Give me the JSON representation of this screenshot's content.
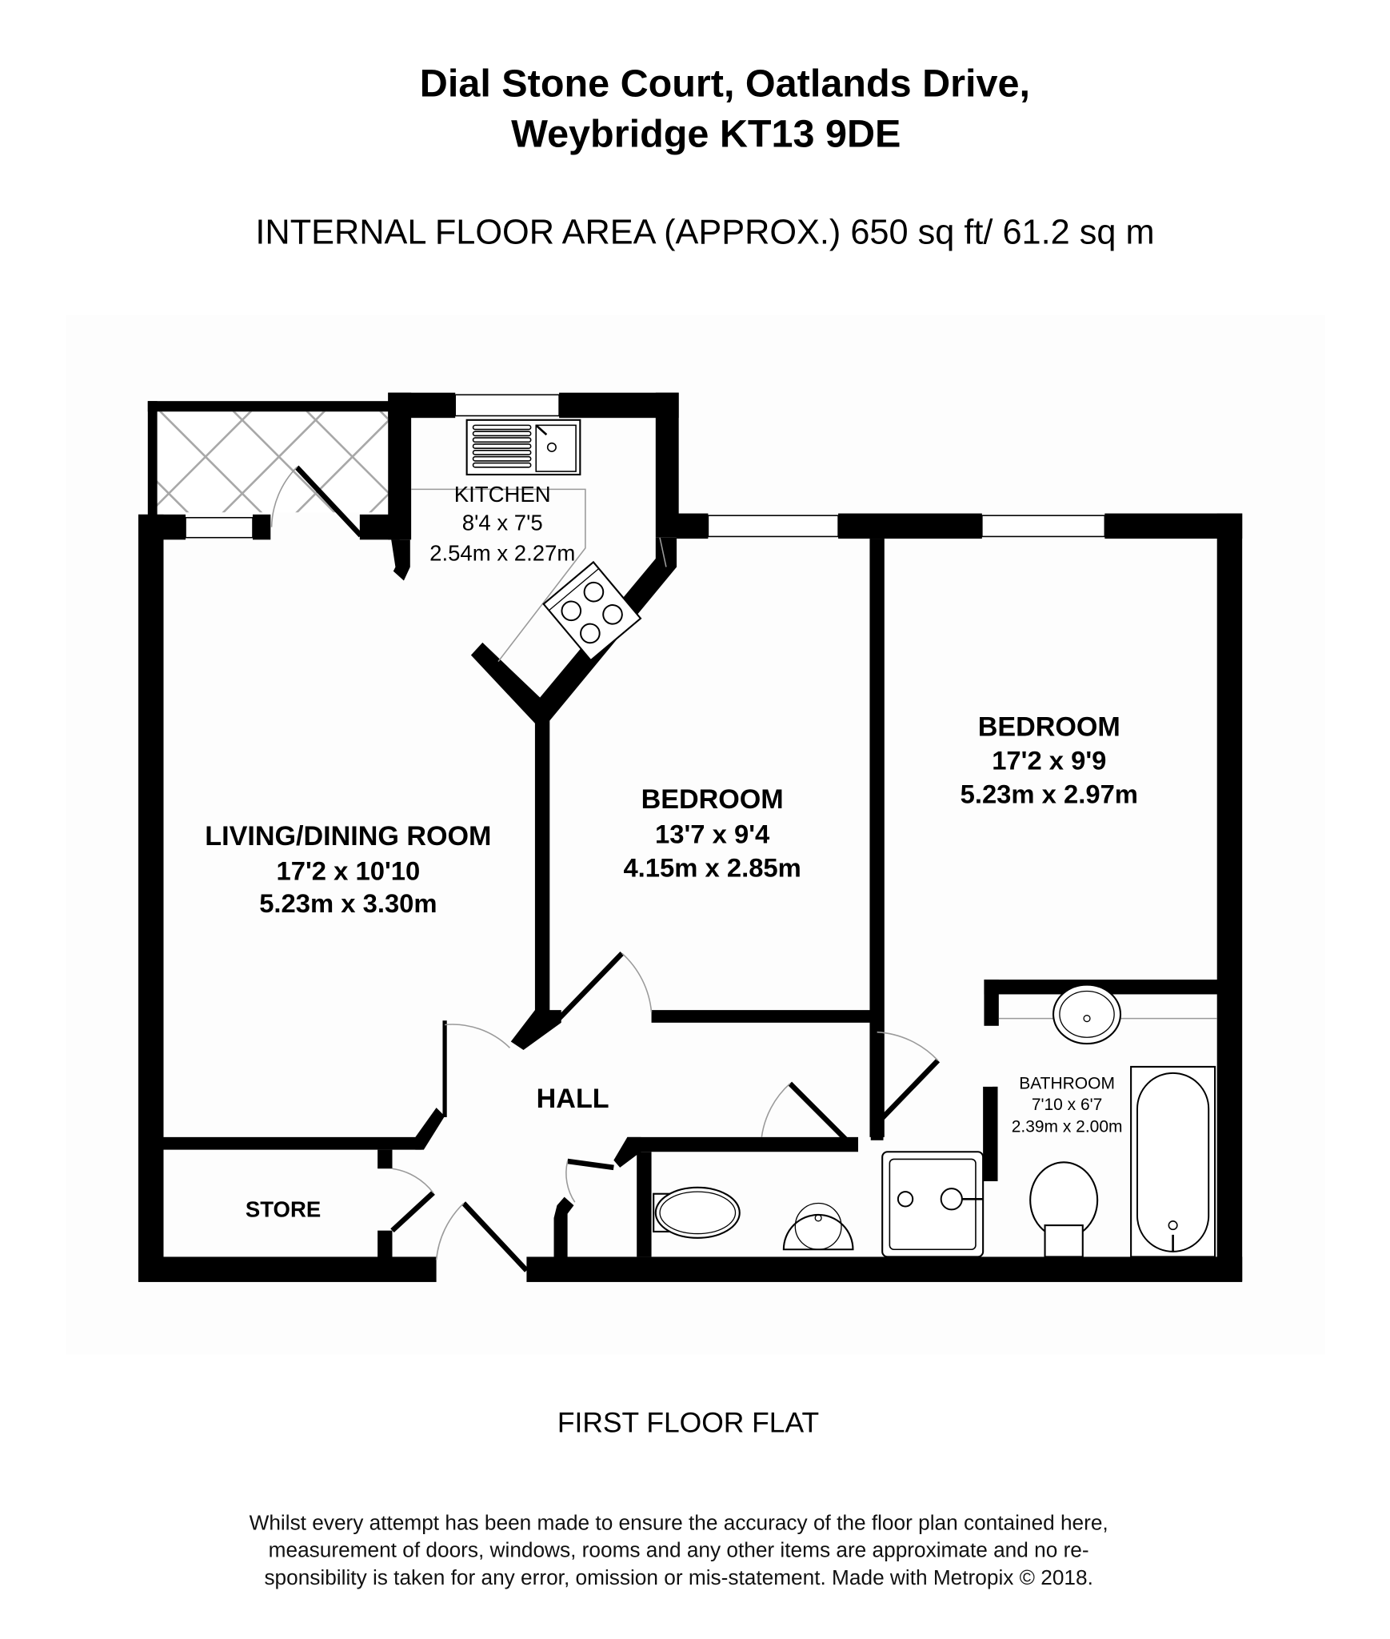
{
  "header": {
    "title_line1": "Dial Stone Court, Oatlands Drive,",
    "title_line2": "Weybridge KT13 9DE",
    "floor_area": "INTERNAL FLOOR AREA (APPROX.) 650 sq ft/ 61.2 sq m"
  },
  "rooms": {
    "kitchen": {
      "name": "KITCHEN",
      "imperial": "8'4 x 7'5",
      "metric": "2.54m x 2.27m"
    },
    "living": {
      "name": "LIVING/DINING ROOM",
      "imperial": "17'2 x 10'10",
      "metric": "5.23m x 3.30m"
    },
    "bedroom1": {
      "name": "BEDROOM",
      "imperial": "13'7 x 9'4",
      "metric": "4.15m x 2.85m"
    },
    "bedroom2": {
      "name": "BEDROOM",
      "imperial": "17'2 x 9'9",
      "metric": "5.23m x 2.97m"
    },
    "bathroom": {
      "name": "BATHROOM",
      "imperial": "7'10 x 6'7",
      "metric": "2.39m x 2.00m"
    },
    "hall": {
      "name": "HALL"
    },
    "store": {
      "name": "STORE"
    }
  },
  "footer": {
    "floor_label": "FIRST FLOOR FLAT",
    "disclaimer_line1": "Whilst every attempt has been made to ensure the accuracy of the floor plan contained here,",
    "disclaimer_line2": "measurement of doors, windows, rooms and any other items are approximate and no re-",
    "disclaimer_line3": "sponsibility is taken for any error, omission or mis-statement. Made with Metropix © 2018."
  },
  "colors": {
    "walls": "#000000",
    "fixtures_line": "#9a9a9a",
    "balcony_hatch": "#a8a8a8",
    "background": "#ffffff"
  }
}
